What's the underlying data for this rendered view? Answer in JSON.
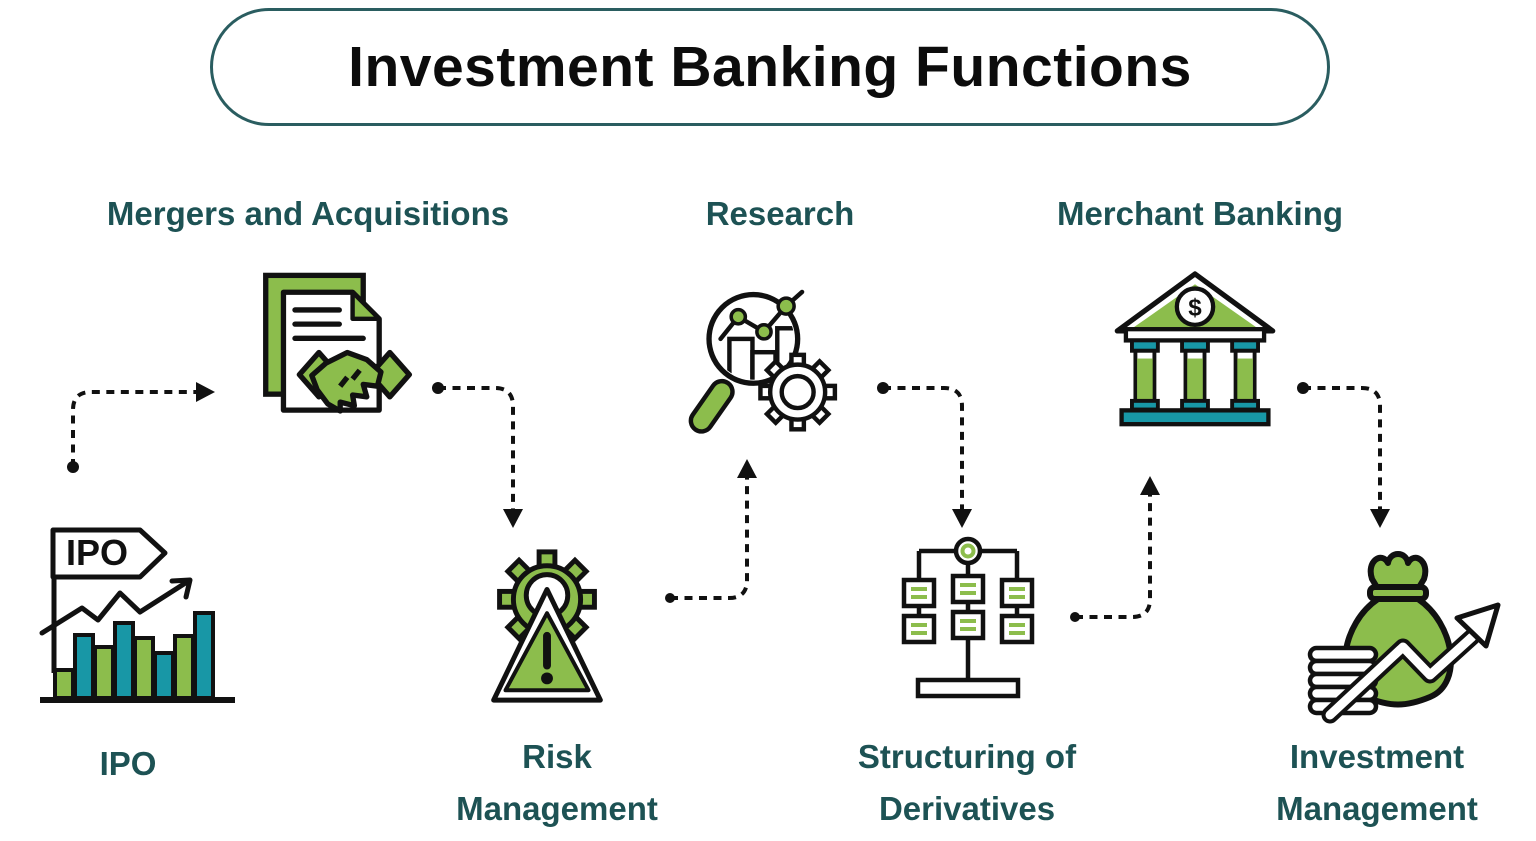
{
  "title": "Investment Banking Functions",
  "colors": {
    "green": "#8cbd4c",
    "teal": "#1897a6",
    "label_text": "#1d5254",
    "outline": "#111111",
    "title_border": "#2a5d60",
    "title_text": "#0c0c0c"
  },
  "nodes": {
    "mergers": {
      "label": "Mergers and Acquisitions",
      "icon": "documents-handshake-icon"
    },
    "research": {
      "label": "Research",
      "icon": "magnifier-chart-gear-icon"
    },
    "merchant": {
      "label": "Merchant Banking",
      "icon": "bank-building-icon"
    },
    "ipo": {
      "label": "IPO",
      "icon": "ipo-bar-chart-icon",
      "icon_text": "IPO"
    },
    "risk": {
      "label": "Risk Management",
      "icon": "gear-warning-triangle-icon"
    },
    "derivatives": {
      "label": "Structuring of Derivatives",
      "icon": "hierarchy-tree-icon"
    },
    "investment": {
      "label": "Investment Management",
      "icon": "money-bag-growth-arrow-icon"
    }
  },
  "bank_symbol": "$",
  "connections": [
    {
      "from": "ipo",
      "to": "mergers"
    },
    {
      "from": "mergers",
      "to": "risk"
    },
    {
      "from": "risk",
      "to": "research"
    },
    {
      "from": "research",
      "to": "derivatives"
    },
    {
      "from": "derivatives",
      "to": "merchant"
    },
    {
      "from": "merchant",
      "to": "investment"
    }
  ]
}
